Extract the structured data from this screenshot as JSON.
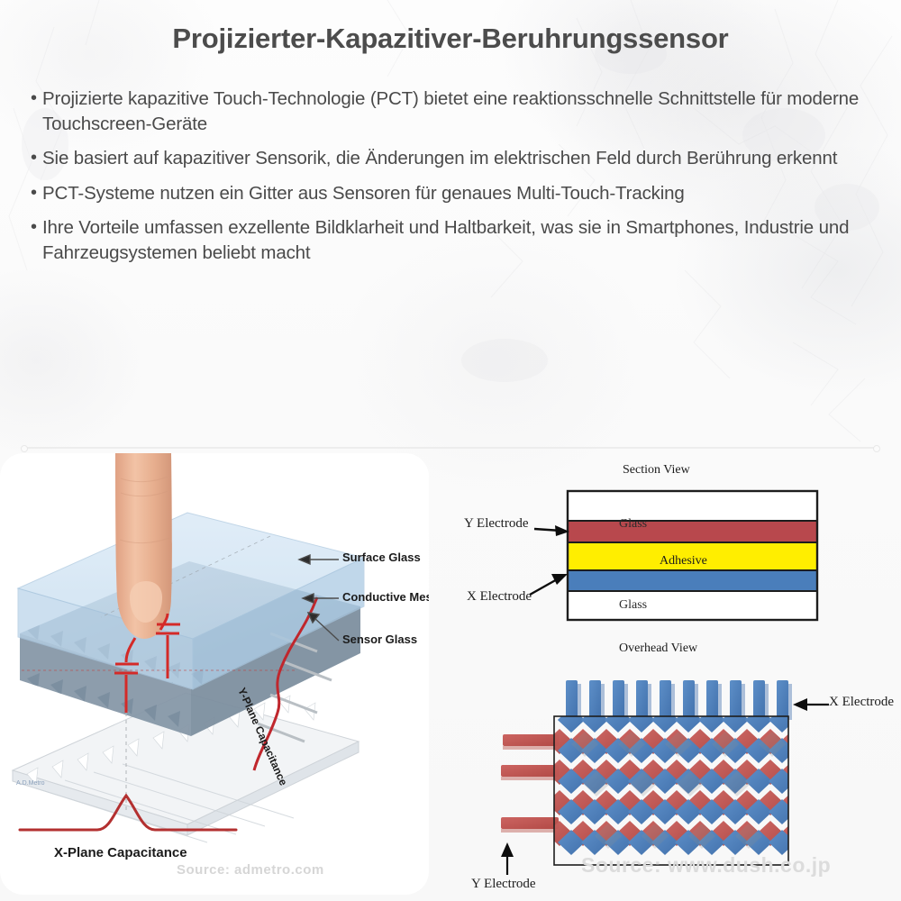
{
  "page": {
    "title": "Projizierter-Kapazitiver-Beruhrungssensor",
    "background_color": "#fbfbfb",
    "text_color": "#4a4a4a"
  },
  "bullets": [
    {
      "marker": "•",
      "text": "Projizierte kapazitive Touch-Technologie (PCT) bietet eine reaktionsschnelle Schnittstelle für moderne Touchscreen-Geräte"
    },
    {
      "marker": "•",
      "text": "Sie basiert auf kapazitiver Sensorik, die Änderungen im elektrischen Feld durch Berührung erkennt"
    },
    {
      "marker": "•",
      "text": "PCT-Systeme nutzen ein Gitter aus Sensoren für genaues Multi-Touch-Tracking"
    },
    {
      "marker": "•",
      "text": "Ihre Vorteile umfassen exzellente Bildklarheit und Haltbarkeit, was sie in Smartphones, Industrie und Fahrzeugsystemen beliebt macht"
    }
  ],
  "left_figure": {
    "caption_source": "Source: admetro.com",
    "labels": {
      "surface_glass": "Surface Glass",
      "conductive_mesh": "Conductive Mesh",
      "sensor_glass": "Sensor Glass",
      "y_plane": "Y-Plane Capacitance",
      "x_plane": "X-Plane Capacitance"
    },
    "colors": {
      "surface_glass": "#cfe2f2",
      "mesh": "#93a7b8",
      "sensor_glass": "#e9ecef",
      "curve": "#c0272d",
      "finger": "#e8a882"
    }
  },
  "right_figure": {
    "caption_source": "Source: www.dush.co.jp",
    "section_view": {
      "title": "Section View",
      "layers": [
        {
          "name": "Glass",
          "color": "#ffffff"
        },
        {
          "name": "Y Electrode",
          "color": "#b8484d"
        },
        {
          "name": "Adhesive",
          "color": "#ffee00"
        },
        {
          "name": "X Electrode",
          "color": "#4a7ebb"
        },
        {
          "name": "Glass",
          "color": "#ffffff"
        }
      ],
      "annotations": [
        {
          "label": "Y Electrode"
        },
        {
          "label": "X Electrode"
        }
      ]
    },
    "overhead_view": {
      "title": "Overhead View",
      "annotations": [
        {
          "label": "X Electrode"
        },
        {
          "label": "Y Electrode"
        }
      ],
      "x_electrode_color": "#4a7ebb",
      "y_electrode_color": "#c15450",
      "x_electrode_count": 10,
      "y_electrode_count": 3
    }
  }
}
